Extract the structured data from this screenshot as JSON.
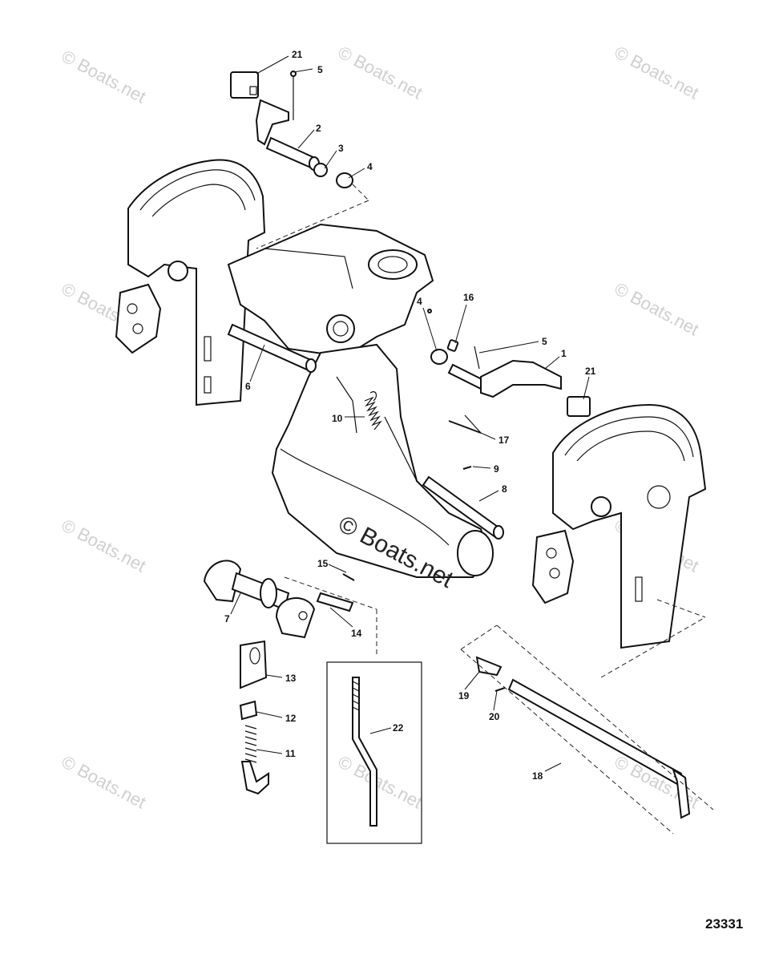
{
  "watermark": "© Boats.net",
  "watermark_center": "© Boats.net",
  "figure_number": "23331",
  "callouts": [
    {
      "label": "21"
    },
    {
      "label": "5"
    },
    {
      "label": "2"
    },
    {
      "label": "3"
    },
    {
      "label": "4"
    },
    {
      "label": "16"
    },
    {
      "label": "4"
    },
    {
      "label": "5"
    },
    {
      "label": "1"
    },
    {
      "label": "21"
    },
    {
      "label": "6"
    },
    {
      "label": "10"
    },
    {
      "label": "17"
    },
    {
      "label": "9"
    },
    {
      "label": "8"
    },
    {
      "label": "15"
    },
    {
      "label": "7"
    },
    {
      "label": "14"
    },
    {
      "label": "13"
    },
    {
      "label": "12"
    },
    {
      "label": "11"
    },
    {
      "label": "22"
    },
    {
      "label": "19"
    },
    {
      "label": "20"
    },
    {
      "label": "18"
    }
  ]
}
